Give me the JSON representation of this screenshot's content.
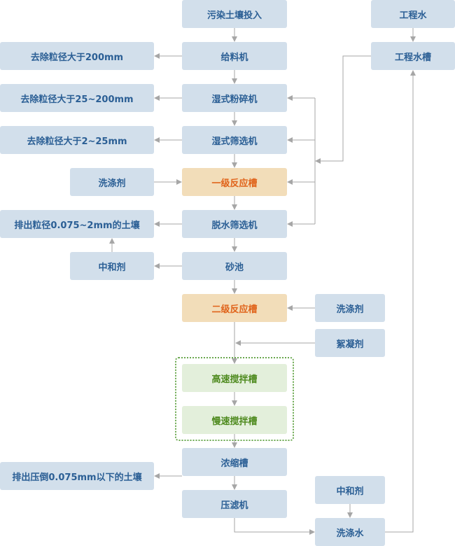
{
  "nodes": {
    "n1": "污染土壤投入",
    "n2": "给料机",
    "n3": "湿式粉碎机",
    "n4": "湿式筛选机",
    "n5": "一级反应槽",
    "n6": "脱水筛选机",
    "n7": "砂池",
    "n8": "二级反应槽",
    "n9": "高速搅拌槽",
    "n10": "慢速搅拌槽",
    "n11": "浓缩槽",
    "n12": "压滤机",
    "l1": "去除粒径大于200mm",
    "l2": "去除粒径大于25~200mm",
    "l3": "去除粒径大于2~25mm",
    "l4": "洗涤剂",
    "l5": "排出粒径0.075~2mm的土壤",
    "l6": "中和剂",
    "l7": "排出压倒0.075mm以下的土壤",
    "r1": "工程水",
    "r2": "工程水槽",
    "r3": "洗涤剂",
    "r4": "絮凝剂",
    "r5": "中和剂",
    "r6": "洗涤水"
  },
  "colors": {
    "node_fill": "#d2dfeb",
    "node_text": "#2b5f95",
    "reactor_fill": "#f2ddb9",
    "reactor_text": "#e0631a",
    "mixer_fill": "#e3efdb",
    "mixer_text": "#4e8a1e",
    "group_border": "#6aa84f",
    "edge": "#a6a6a6"
  }
}
